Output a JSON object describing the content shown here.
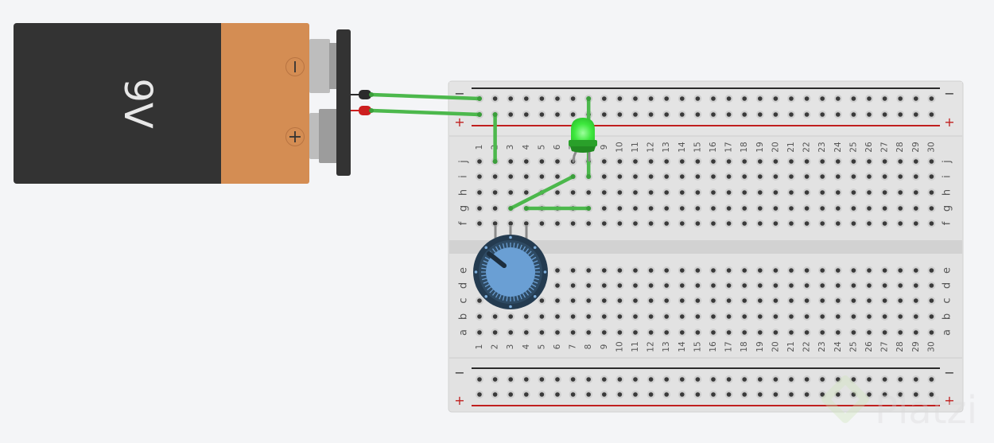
{
  "canvas": {
    "background": "#f4f5f7"
  },
  "battery": {
    "label": "9V",
    "voltage_volts": 9,
    "body_color": "#333333",
    "cap_color": "#d48d53",
    "terminal_negative_symbol": "−",
    "terminal_positive_symbol": "+"
  },
  "battery_leads": [
    {
      "name": "negative-lead",
      "color": "#2b2b2b",
      "to": "top-rail-negative-col1"
    },
    {
      "name": "positive-lead",
      "color": "#cc1f1f",
      "to": "top-rail-positive-col1"
    }
  ],
  "breadboard": {
    "columns": 30,
    "top_rows": [
      "j",
      "i",
      "h",
      "g",
      "f"
    ],
    "bottom_rows": [
      "e",
      "d",
      "c",
      "b",
      "a"
    ],
    "rail_negative_label": "−",
    "rail_positive_label": "+",
    "rail_negative_color": "#2b2b2b",
    "rail_positive_color": "#c0201f",
    "body_color": "#e2e2e2"
  },
  "wires": [
    {
      "name": "wire-battery-neg",
      "from": "battery-neg",
      "to": "rail-top-neg:1"
    },
    {
      "name": "wire-battery-pos",
      "from": "battery-pos",
      "to": "rail-top-pos:1"
    },
    {
      "name": "wire-rail-pos-to-j2",
      "from": "rail-top-pos:2",
      "to": "j2"
    },
    {
      "name": "wire-rail-neg-to-i8",
      "from": "rail-top-neg:8",
      "to": "i8"
    },
    {
      "name": "wire-i7-to-g3",
      "from": "i7",
      "to": "g3"
    },
    {
      "name": "wire-g4-to-g8",
      "from": "g4",
      "to": "g8"
    }
  ],
  "wire_color": "#4cb84c",
  "led": {
    "color": "green",
    "anode": "j7",
    "cathode": "j8",
    "body_color": "#3ee83e"
  },
  "potentiometer": {
    "pins": [
      "f2",
      "f3",
      "f4"
    ],
    "knob_color": "#6a9fd4",
    "ring_color": "#243b50"
  },
  "watermark": {
    "text": "Platzi"
  }
}
